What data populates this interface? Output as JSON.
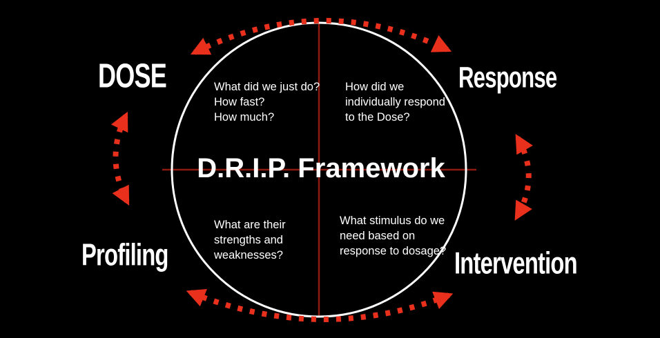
{
  "diagram": {
    "title": "D.R.I.P. Framework",
    "corner_labels": {
      "top_left": "DOSE",
      "top_right": "Response",
      "bottom_left": "Profiling",
      "bottom_right": "Intervention"
    },
    "quadrants": {
      "top_left": "What did we just do?\nHow fast?\nHow much?",
      "top_right": "How did we individually respond to the Dose?",
      "bottom_left": "What are their strengths and weaknesses?",
      "bottom_right": "What stimulus do we need based on response to dosage?"
    },
    "colors": {
      "background": "#000000",
      "circle_stroke": "#ffffff",
      "crosshair_red": "#8f1a10",
      "arrow_red": "#e8301c",
      "text": "#ffffff"
    }
  }
}
